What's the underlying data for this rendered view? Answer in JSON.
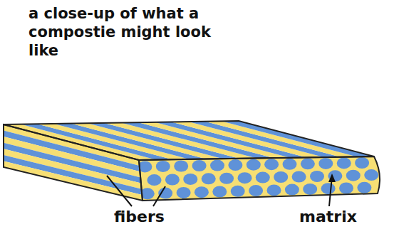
{
  "diagram": {
    "title": "a close-up of what a compostie might look like",
    "labels": [
      "fibers",
      "matrix"
    ]
  }
}
